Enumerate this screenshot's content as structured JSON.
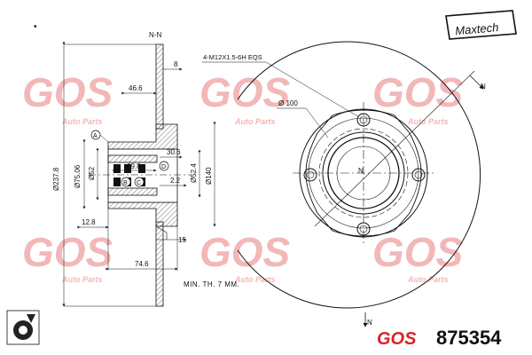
{
  "brand": {
    "logo_text": "Maxtech",
    "manufacturer_logo": "GOS",
    "part_number": "875354"
  },
  "watermark": {
    "logo": "GOS",
    "sub": "Auto Parts"
  },
  "section": {
    "label": "N-N",
    "arrow_label": "N"
  },
  "dimensions": {
    "bolt_pattern": "4-M12X1.5-6H EQS",
    "pcd": "Ø 100",
    "d_outer": "Ø237.8",
    "d_75": "Ø75.06",
    "d_52": "Ø52",
    "d_52_4": "Ø52.4",
    "d_140": "Ø140",
    "w_8": "8",
    "w_46_6": "46.6",
    "w_30_6": "30.6",
    "w_69_8": "69.8",
    "w_2_2": "2.2",
    "w_12_8": "12.8",
    "w_15": "15",
    "w_74_6": "74.6",
    "min_th": "MIN. TH.  7  MM."
  },
  "callouts": {
    "a": "A",
    "b": "B",
    "c": "C",
    "d": "D"
  },
  "colors": {
    "line": "#111111",
    "watermark": "#f2b8b8",
    "logo_red": "#d8242a"
  },
  "icons": [
    "disc-warning-icon"
  ]
}
